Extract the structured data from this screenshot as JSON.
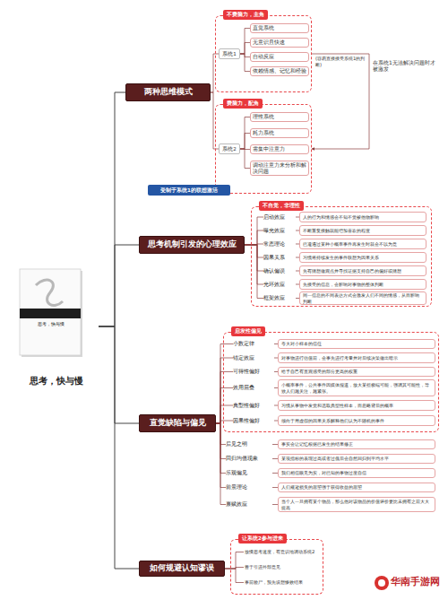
{
  "diagram": {
    "nodes": [
      {
        "text": [
          "思考，快与慢"
        ]
      },
      {
        "text": [
          "两种思维模式"
        ]
      },
      {
        "text": [
          "不费脑力，主角"
        ]
      },
      {
        "text": [
          "系统1"
        ],
        "in": 2
      },
      {
        "text": [
          "直觉系统"
        ],
        "in": 2
      },
      {
        "text": [
          "无意识且快速"
        ],
        "in": 2
      },
      {
        "text": [
          "自动反应"
        ],
        "in": 2
      },
      {
        "text": [
          "依赖情感、记忆和经验"
        ],
        "in": 2
      },
      {
        "text": [
          "费脑力，配角"
        ]
      },
      {
        "text": [
          "系统2"
        ],
        "in": 8
      },
      {
        "text": [
          "理性系统"
        ],
        "in": 8
      },
      {
        "text": [
          "耗力系统"
        ],
        "in": 8
      },
      {
        "text": [
          "需集中注意力"
        ],
        "in": 8
      },
      {
        "text": [
          "调动注意力来分析和解决问题"
        ],
        "in": 8
      },
      {
        "text": [
          "受制于系统1的联想激活"
        ]
      },
      {
        "text": [
          "思考机制引发的心理效应"
        ]
      },
      {
        "text": [
          "不自觉，非理性"
        ]
      },
      {
        "text": [
          "启动效应"
        ],
        "in": 16
      },
      {
        "text": [
          "人的行为和情感会不知不觉被他物影响"
        ],
        "in": 16
      },
      {
        "text": [
          "曝光效应"
        ],
        "in": 16
      },
      {
        "text": [
          "不断重复接触就能增加喜欢的程度"
        ],
        "in": 16
      },
      {
        "text": [
          "常态理论"
        ],
        "in": 16
      },
      {
        "text": [
          "已遭遇过某种小概率事件再发生时就会不以为意"
        ],
        "in": 16
      },
      {
        "text": [
          "因果关系"
        ],
        "in": 16
      },
      {
        "text": [
          "习惯将持续发生的事件联想为因果关系"
        ],
        "in": 16
      },
      {
        "text": [
          "确认偏误"
        ],
        "in": 16
      },
      {
        "text": [
          "先有猜想做观点并寻找证据支持自己的偏好或猜想"
        ],
        "in": 16
      },
      {
        "text": [
          "光环效应"
        ],
        "in": 16
      },
      {
        "text": [
          "先接受的信息，会影响对事物的整体判断"
        ],
        "in": 16
      },
      {
        "text": [
          "框架效应"
        ],
        "in": 16
      },
      {
        "text": [
          "同一信息的不同表达方式会激发人们不同的情感，从而影响判断"
        ],
        "in": 16
      },
      {
        "text": [
          "直觉缺陷与偏见"
        ]
      },
      {
        "text": [
          "启发性偏见"
        ]
      },
      {
        "text": [
          "小数定律"
        ],
        "in": 32
      },
      {
        "text": [
          "夸大对小样本的信任"
        ],
        "in": 32
      },
      {
        "text": [
          "锚定效应"
        ],
        "in": 32
      },
      {
        "text": [
          "对事物进行估值前，会事先进行考量并对后续决策做出暗示"
        ],
        "in": 32
      },
      {
        "text": [
          "可得性偏好"
        ],
        "in": 32
      },
      {
        "text": [
          "给予自己有直观感受的部分更高的权重"
        ],
        "in": 32
      },
      {
        "text": [
          "效用层叠"
        ],
        "in": 32
      },
      {
        "text": [
          "小概率事件，公共事件因媒体报道，放大某些极端可能，强调其可能性，导致人们越关注，越紧张。"
        ],
        "in": 32
      },
      {
        "text": [
          "典型性偏好"
        ],
        "in": 32
      },
      {
        "text": [
          "习惯从事物中发觉和选取典型性样本，而忽略背后的概率"
        ],
        "in": 32
      },
      {
        "text": [
          "因果性偏好"
        ],
        "in": 32
      },
      {
        "text": [
          "倾向于用虚假的因果关系解释他们认为不随机的事件"
        ],
        "in": 32
      },
      {
        "text": [
          "后见之明"
        ]
      },
      {
        "text": [
          "事实会让记忆根据已发生的结果修正"
        ]
      },
      {
        "text": [
          "回归均值现象"
        ]
      },
      {
        "text": [
          "某项指标的表现过高或者过低后会自然回归到平均水平"
        ]
      },
      {
        "text": [
          "乐观偏见"
        ]
      },
      {
        "text": [
          "我们相信眼见为实，对已知的事物过度自信"
        ]
      },
      {
        "text": [
          "前景理论"
        ]
      },
      {
        "text": [
          "人们规避损失的愿望强于获得收益的愿望"
        ]
      },
      {
        "text": [
          "禀赋效应"
        ]
      },
      {
        "text": [
          "当个人一旦拥有某个物品，那么他对该物品的价值评价要比未拥有之前大大提高"
        ]
      },
      {
        "text": [
          "如何规避认知谬误"
        ]
      },
      {
        "text": [
          "让系统2参与进来"
        ]
      },
      {
        "text": [
          "放慢思考速度，有意识地调动系统2"
        ],
        "in": 56
      },
      {
        "text": [
          "善于引进外部意见"
        ],
        "in": 56
      },
      {
        "text": [
          "事前验尸，预先设想惨败结果"
        ],
        "in": 56
      }
    ],
    "edges": [
      {
        "from": 0,
        "to": 1,
        "arrow": "none"
      },
      {
        "from": 0,
        "to": 15,
        "arrow": "none"
      },
      {
        "from": 0,
        "to": 31,
        "arrow": "none"
      },
      {
        "from": 0,
        "to": 55,
        "arrow": "none"
      },
      {
        "from": 1,
        "to": 3,
        "arrow": "none"
      },
      {
        "from": 1,
        "to": 9,
        "arrow": "none"
      },
      {
        "from": 3,
        "to": 4,
        "arrow": "none"
      },
      {
        "from": 3,
        "to": 5,
        "arrow": "none"
      },
      {
        "from": 3,
        "to": 6,
        "arrow": "none"
      },
      {
        "from": 3,
        "to": 7,
        "arrow": "none"
      },
      {
        "from": 9,
        "to": 10,
        "arrow": "none"
      },
      {
        "from": 9,
        "to": 11,
        "arrow": "none"
      },
      {
        "from": 9,
        "to": 12,
        "arrow": "none"
      },
      {
        "from": 9,
        "to": 13,
        "arrow": "none"
      },
      {
        "from": 2,
        "to": 8,
        "label": "(容易直接接受系统1的判断)",
        "arrow": "to"
      },
      {
        "from": 15,
        "to": 17,
        "arrow": "none"
      },
      {
        "from": 15,
        "to": 19,
        "arrow": "none"
      },
      {
        "from": 15,
        "to": 21,
        "arrow": "none"
      },
      {
        "from": 15,
        "to": 23,
        "arrow": "none"
      },
      {
        "from": 15,
        "to": 25,
        "arrow": "none"
      },
      {
        "from": 15,
        "to": 27,
        "arrow": "none"
      },
      {
        "from": 15,
        "to": 29,
        "arrow": "none"
      },
      {
        "from": 17,
        "to": 18,
        "arrow": "none"
      },
      {
        "from": 19,
        "to": 20,
        "arrow": "none"
      },
      {
        "from": 21,
        "to": 22,
        "arrow": "none"
      },
      {
        "from": 23,
        "to": 24,
        "arrow": "none"
      },
      {
        "from": 25,
        "to": 26,
        "arrow": "none"
      },
      {
        "from": 27,
        "to": 28,
        "arrow": "none"
      },
      {
        "from": 29,
        "to": 30,
        "arrow": "none"
      },
      {
        "from": 31,
        "to": 33,
        "arrow": "none"
      },
      {
        "from": 31,
        "to": 35,
        "arrow": "none"
      },
      {
        "from": 31,
        "to": 37,
        "arrow": "none"
      },
      {
        "from": 31,
        "to": 39,
        "arrow": "none"
      },
      {
        "from": 31,
        "to": 41,
        "arrow": "none"
      },
      {
        "from": 31,
        "to": 43,
        "arrow": "none"
      },
      {
        "from": 31,
        "to": 45,
        "arrow": "none"
      },
      {
        "from": 31,
        "to": 47,
        "arrow": "none"
      },
      {
        "from": 31,
        "to": 49,
        "arrow": "none"
      },
      {
        "from": 31,
        "to": 51,
        "arrow": "none"
      },
      {
        "from": 31,
        "to": 53,
        "arrow": "none"
      },
      {
        "from": 33,
        "to": 34,
        "arrow": "none"
      },
      {
        "from": 35,
        "to": 36,
        "arrow": "none"
      },
      {
        "from": 37,
        "to": 38,
        "arrow": "none"
      },
      {
        "from": 39,
        "to": 40,
        "arrow": "none"
      },
      {
        "from": 41,
        "to": 42,
        "arrow": "none"
      },
      {
        "from": 43,
        "to": 44,
        "arrow": "none"
      },
      {
        "from": 45,
        "to": 46,
        "arrow": "none"
      },
      {
        "from": 47,
        "to": 48,
        "arrow": "none"
      },
      {
        "from": 49,
        "to": 50,
        "arrow": "none"
      },
      {
        "from": 51,
        "to": 52,
        "arrow": "none"
      },
      {
        "from": 53,
        "to": 54,
        "arrow": "none"
      },
      {
        "from": 55,
        "to": 57,
        "arrow": "none"
      },
      {
        "from": 55,
        "to": 58,
        "arrow": "none"
      },
      {
        "from": 55,
        "to": 59,
        "arrow": "none"
      }
    ],
    "labels": [
      "在系统1无法解决问题时才被激发",
      "思考，快与慢",
      "华南手游网"
    ]
  }
}
